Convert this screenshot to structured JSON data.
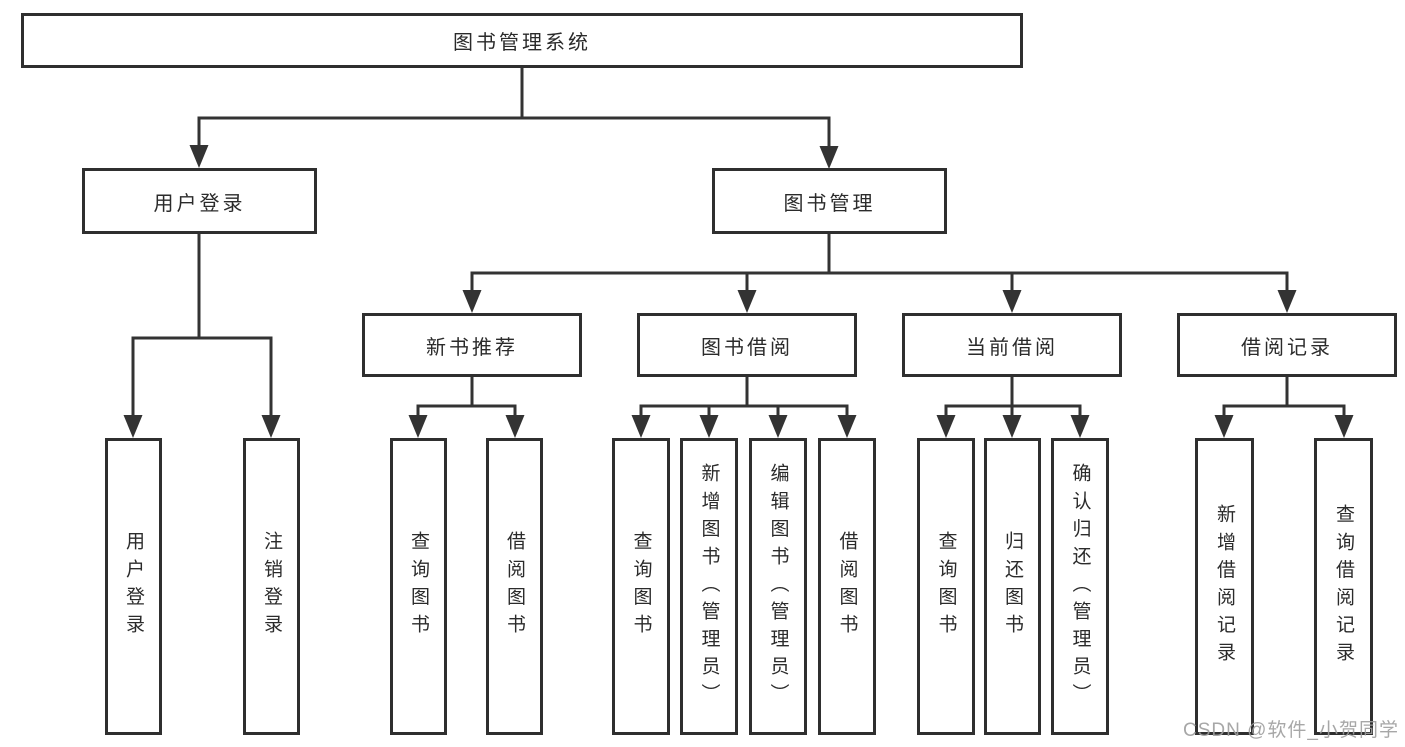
{
  "diagram": {
    "title": "图书管理系统",
    "branches": {
      "user_login": {
        "label": "用户登录",
        "children": [
          "用户登录",
          "注销登录"
        ]
      },
      "book_management": {
        "label": "图书管理",
        "sections": [
          {
            "label": "新书推荐",
            "children": [
              "查询图书",
              "借阅图书"
            ]
          },
          {
            "label": "图书借阅",
            "children": [
              "查询图书",
              "新增图书（管理员）",
              "编辑图书（管理员）",
              "借阅图书"
            ]
          },
          {
            "label": "当前借阅",
            "children": [
              "查询图书",
              "归还图书",
              "确认归还（管理员）"
            ]
          },
          {
            "label": "借阅记录",
            "children": [
              "新增借阅记录",
              "查询借阅记录"
            ]
          }
        ]
      }
    }
  },
  "watermark": "CSDN @软件_小贺同学",
  "colors": {
    "line": "#333333",
    "box_border": "#2f2f2f",
    "text": "#2b2b2b",
    "watermark": "#9e9e9e",
    "background": "#ffffff"
  }
}
